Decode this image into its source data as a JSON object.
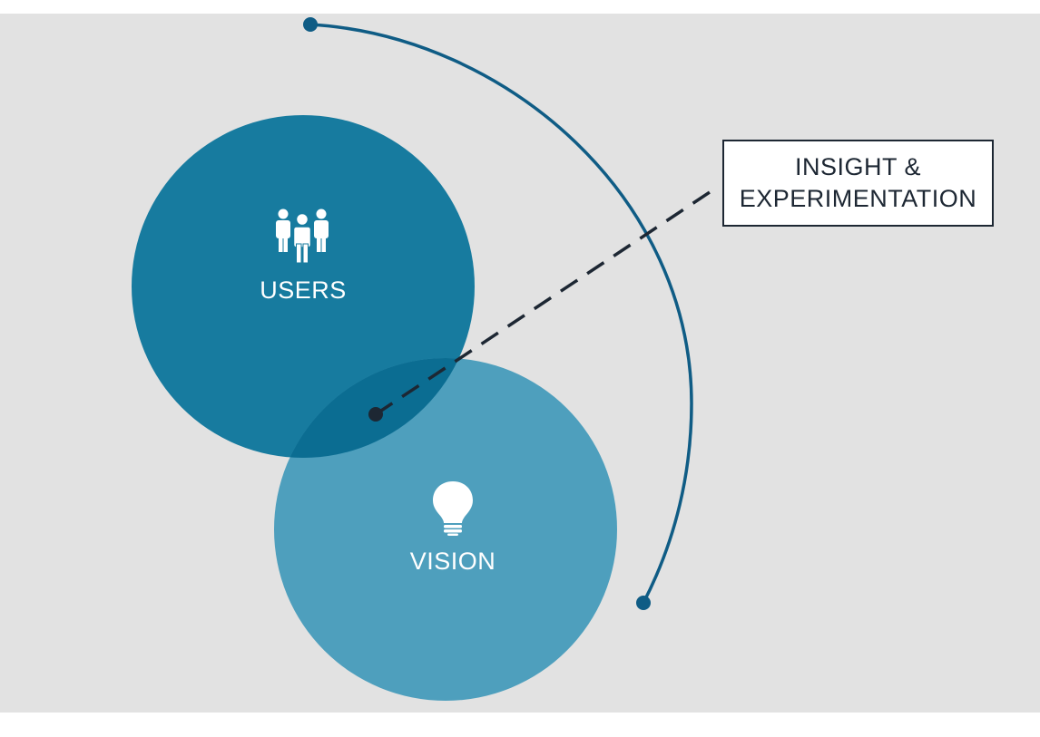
{
  "nodes": {
    "users": {
      "label": "USERS",
      "icon": "people-icon"
    },
    "vision": {
      "label": "VISION",
      "icon": "lightbulb-icon"
    }
  },
  "callout": {
    "line1": "INSIGHT &",
    "line2": "EXPERIMENTATION"
  },
  "colors": {
    "background": "#e2e2e2",
    "users_circle": "#177b9f",
    "vision_circle": "#4e9fbd",
    "overlap": "#0b6d92",
    "arc": "#0f5c85",
    "dashed_line": "#1d2733",
    "text_light": "#ffffff",
    "text_dark": "#1d2733"
  }
}
